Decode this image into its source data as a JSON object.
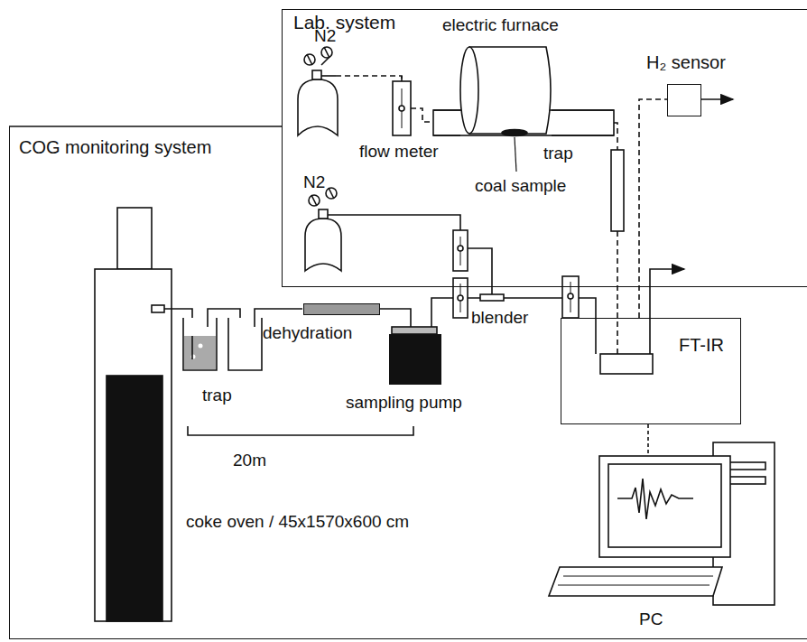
{
  "diagram": {
    "nodes": [
      {
        "text": [
          "Lab. system"
        ]
      },
      {
        "text": [
          "H₂ sensor"
        ],
        "in": 0
      },
      {
        "text": [
          "COG monitoring system"
        ]
      },
      {
        "text": [
          "dehydration"
        ],
        "in": 2
      },
      {
        "text": [
          "sampling pump"
        ],
        "in": 2
      },
      {
        "text": [
          "FT-IR"
        ],
        "in": 2
      }
    ],
    "edges": [
      {
        "from": 3,
        "to": 4,
        "arrow": "none"
      },
      {
        "from": 4,
        "to": 5,
        "arrow": "none"
      },
      {
        "from": 5,
        "to": 1,
        "arrow": "none"
      }
    ],
    "labels": [
      "N2",
      "flow meter",
      "electric furnace",
      "coal sample",
      "trap",
      "N2",
      "trap",
      "blender",
      "20m",
      "coke oven / 45x1570x600 cm",
      "PC"
    ]
  }
}
